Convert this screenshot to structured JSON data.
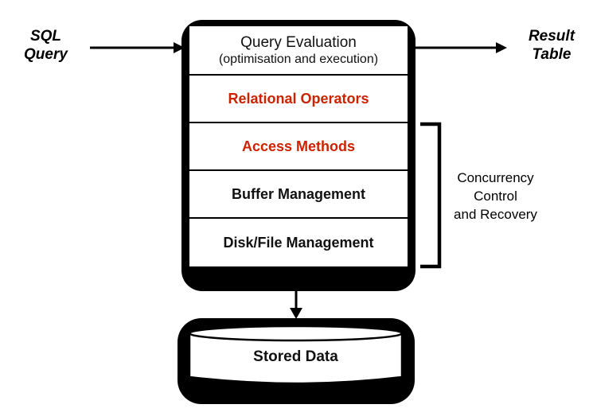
{
  "diagram": {
    "title_context": "DBMS architecture layers diagram",
    "input_label": {
      "line1": "SQL",
      "line2": "Query"
    },
    "output_label": {
      "line1": "Result",
      "line2": "Table"
    },
    "stack": {
      "header": {
        "title": "Query Evaluation",
        "subtitle": "(optimisation and execution)"
      },
      "layers": [
        {
          "label": "Relational Operators",
          "color": "#cc2200"
        },
        {
          "label": "Access Methods",
          "color": "#cc2200"
        },
        {
          "label": "Buffer Management",
          "color": "#111111"
        },
        {
          "label": "Disk/File Management",
          "color": "#111111"
        }
      ]
    },
    "bracket_label": {
      "line1": "Concurrency",
      "line2": "Control",
      "line3": "and Recovery"
    },
    "cylinder_label": "Stored Data",
    "colors": {
      "accent_red": "#cc2200",
      "ink": "#000000",
      "background": "#ffffff"
    }
  }
}
